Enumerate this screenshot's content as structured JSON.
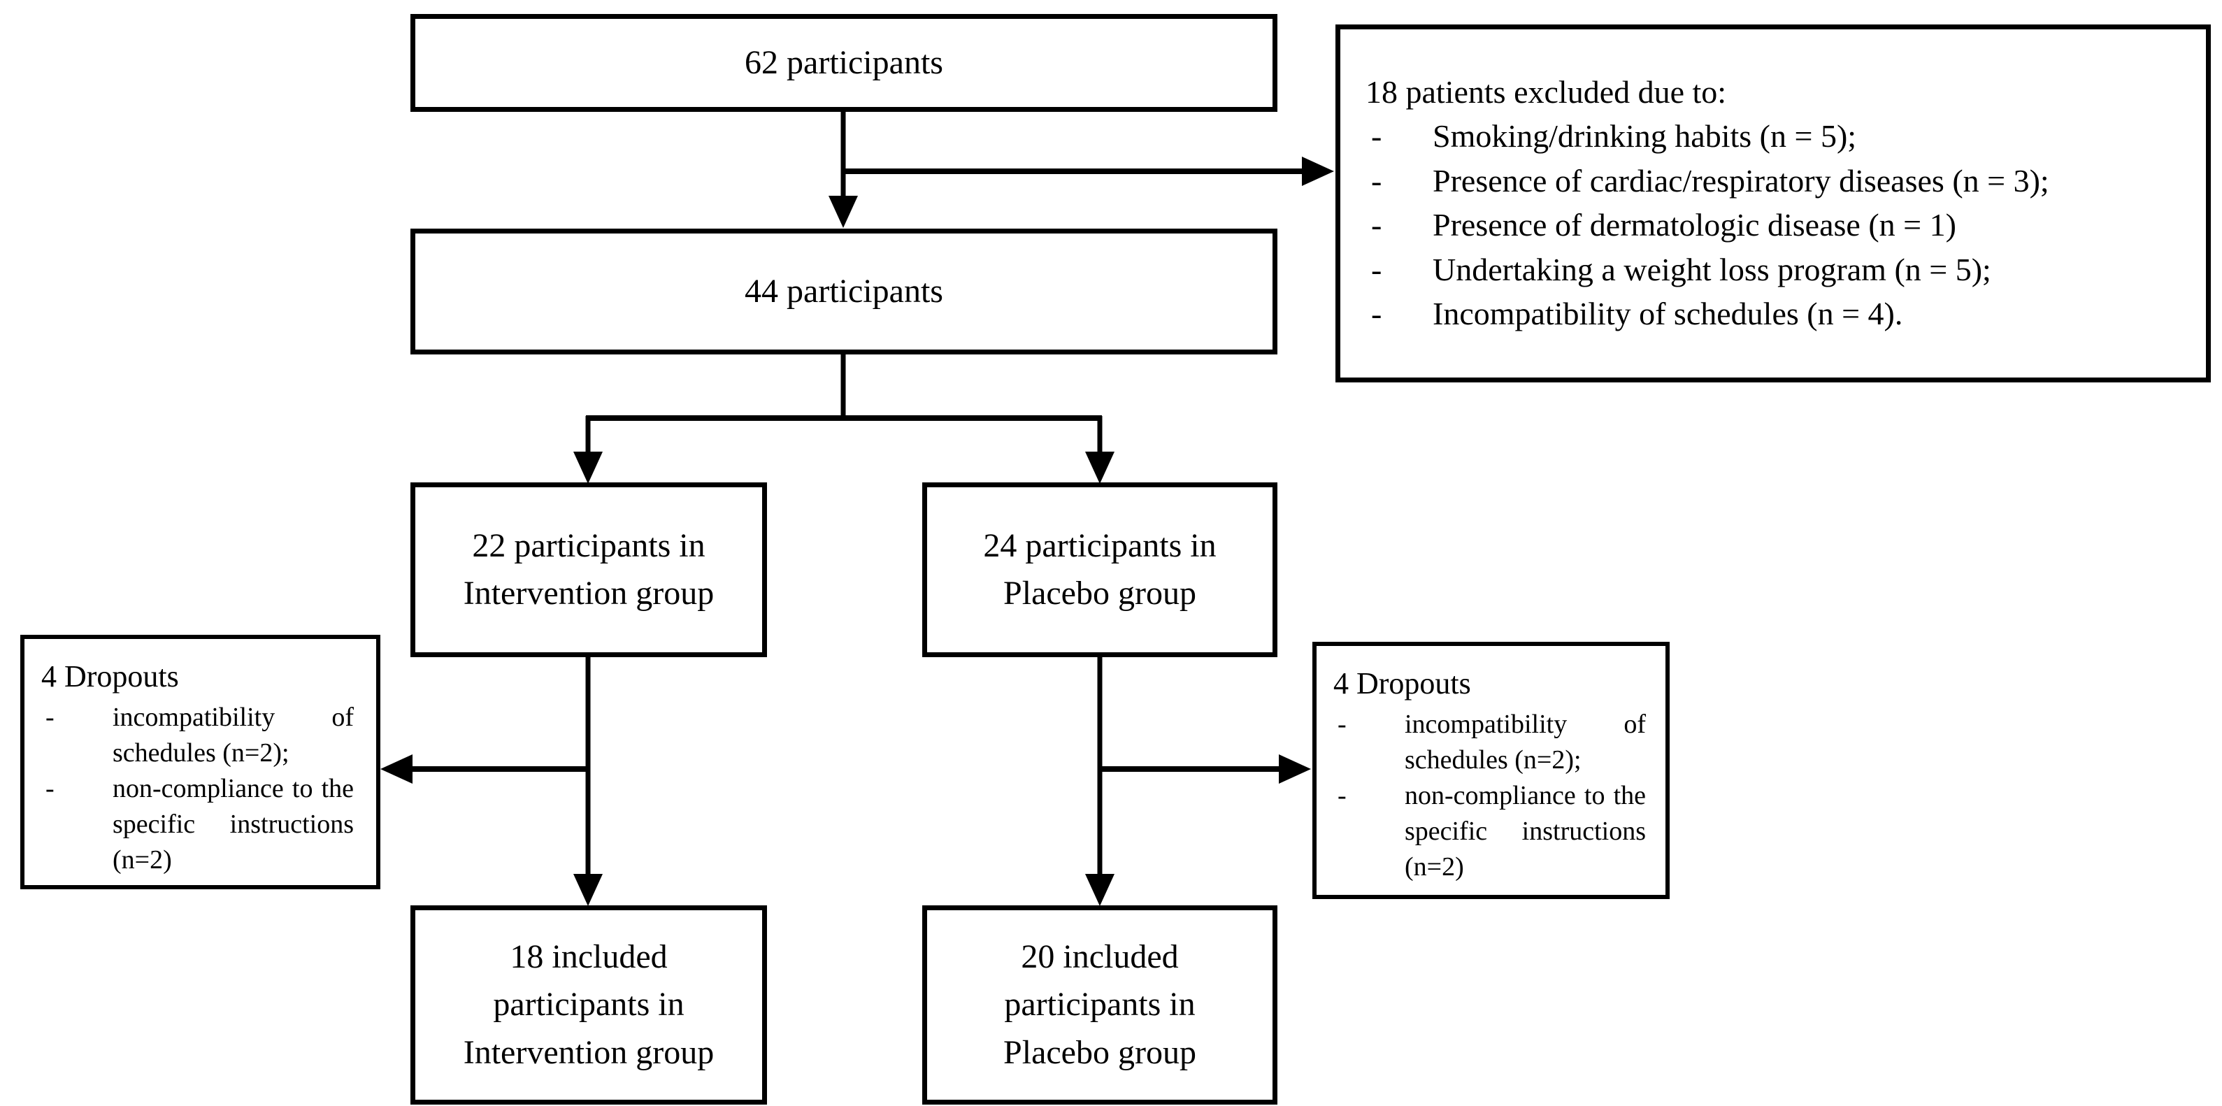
{
  "flow": {
    "colors": {
      "line": "#000000",
      "box_border": "#000000",
      "background": "#ffffff",
      "text": "#000000"
    },
    "bullet": "-",
    "total": {
      "label": "62 participants"
    },
    "enrolled": {
      "label": "44 participants"
    },
    "excluded": {
      "title": "18 patients excluded due to:",
      "items": [
        "Smoking/drinking habits (n = 5);",
        "Presence of cardiac/respiratory diseases (n = 3);",
        "Presence of dermatologic disease (n = 1)",
        "Undertaking a weight loss program (n = 5);",
        "Incompatibility of schedules (n = 4)."
      ]
    },
    "intervention": {
      "lines": [
        "22 participants in",
        "Intervention group"
      ]
    },
    "placebo": {
      "lines": [
        "24 participants in",
        "Placebo group"
      ]
    },
    "dropouts_left": {
      "title": "4 Dropouts",
      "items": [
        "incompatibility of schedules (n=2);",
        "non-compliance to the specific instructions (n=2)"
      ]
    },
    "dropouts_right": {
      "title": "4 Dropouts",
      "items": [
        "incompatibility of schedules (n=2);",
        "non-compliance to the specific instructions (n=2)"
      ]
    },
    "included_intervention": {
      "lines": [
        "18 included",
        "participants in",
        "Intervention group"
      ]
    },
    "included_placebo": {
      "lines": [
        "20 included",
        "participants in",
        "Placebo group"
      ]
    }
  }
}
